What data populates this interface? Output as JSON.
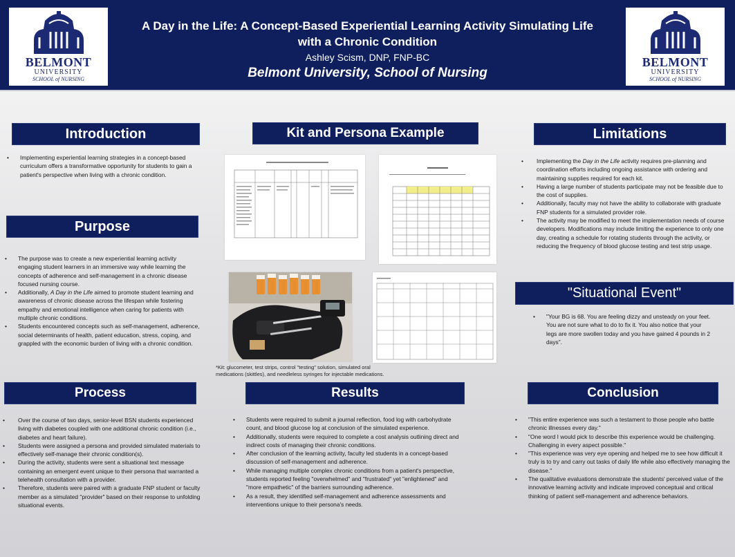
{
  "header": {
    "title_line1": "A Day in the Life: A Concept-Based Experiential Learning Activity Simulating Life",
    "title_line2": "with a Chronic Condition",
    "author": "Ashley Scism, DNP, FNP-BC",
    "institution": "Belmont University, School of Nursing",
    "logo": {
      "line1": "BELMONT",
      "line2": "UNIVERSITY",
      "line3": "SCHOOL of NURSING"
    }
  },
  "introduction": {
    "heading": "Introduction",
    "bullets": [
      "Implementing experiential learning strategies in a concept-based curriculum offers a transformative opportunity for students to gain a patient's perspective when living with a chronic condition."
    ]
  },
  "purpose": {
    "heading": "Purpose",
    "b1": "The purpose was to create a new experiential learning activity engaging student learners in an immersive way while learning the concepts of adherence and self-management in a chronic disease focused nursing course.",
    "b2_pre": "Additionally, ",
    "b2_em": "A Day in the Life",
    "b2_post": " aimed to promote student learning and awareness of chronic disease across the lifespan while fostering empathy and emotional intelligence when caring for patients with multiple chronic conditions.",
    "b3": "Students encountered concepts such as self-management, adherence, social determinants of health, patient education, stress, coping, and grappled with the economic burden of living with a chronic condition."
  },
  "kit": {
    "heading": "Kit and Persona Example",
    "caption": "*Kit: glucometer, test strips, control \"testing\" solution, simulated oral medications (skittles), and needleless syringes for injectable medications."
  },
  "limitations": {
    "heading": "Limitations",
    "b1_pre": "Implementing the ",
    "b1_em": "Day in the Life",
    "b1_post": " activity requires pre-planning and coordination efforts including ongoing assistance with ordering and maintaining supplies required for each kit.",
    "b2": "Having a large number of students participate may not be feasible due to the cost of supplies.",
    "b3": "Additionally, faculty may not have the ability to collaborate with graduate FNP students for a simulated provider role.",
    "b4": "The activity may be modified to meet the implementation needs of course developers. Modifications may include limiting the experience to only one day, creating a schedule for rotating students through the activity, or reducing the frequency of blood glucose testing and test strip usage."
  },
  "situational_event": {
    "heading": "\"Situational Event\"",
    "text": "\"Your BG is 68. You are feeling dizzy and unsteady on your feet. You are not sure what to do to fix it. You also notice that your legs are more swollen today and you have gained 4 pounds in 2 days\"."
  },
  "process": {
    "heading": "Process",
    "bullets": [
      "Over the course of two days, senior-level BSN students experienced living with diabetes coupled with one additional chronic condition (i.e., diabetes and heart failure).",
      "Students were assigned a persona and provided simulated materials to effectively self-manage their chronic condition(s).",
      "During the activity, students were sent a situational text message containing an emergent event unique to their persona that warranted a telehealth consultation with a provider.",
      "Therefore, students were paired with a graduate FNP student or faculty member as a simulated \"provider\" based on their response to unfolding situational events."
    ]
  },
  "results": {
    "heading": "Results",
    "bullets": [
      "Students were required to submit a journal reflection, food log with carbohydrate count, and blood glucose log at conclusion of the simulated experience.",
      "Additionally, students were required to complete a cost analysis outlining direct and indirect costs of managing their chronic conditions.",
      "After conclusion of the learning activity, faculty led students in a concept-based discussion of self-management and adherence.",
      "While managing multiple complex chronic conditions from a patient's perspective, students reported feeling \"overwhelmed\" and \"frustrated\" yet \"enlightened\" and \"more empathetic\" of the barriers surrounding adherence.",
      "As a result, they identified self-management and adherence assessments and interventions unique to their persona's needs."
    ]
  },
  "conclusion": {
    "heading": "Conclusion",
    "bullets": [
      "\"This entire experience was such a testament to those people who battle chronic illnesses every day.\"",
      "\"One word I would pick to describe this experience would be challenging. Challenging in every aspect possible.\"",
      " \"This experience was very eye opening and helped me to see how difficult it truly is to try and carry out tasks of daily life while also effectively managing the disease.\"",
      "The qualitative evaluations demonstrate the students' perceived value of the innovative learning activity and indicate improved conceptual and critical thinking of patient self-management and adherence behaviors."
    ]
  },
  "colors": {
    "navy": "#0f1f5e",
    "white": "#ffffff"
  },
  "icons": [
    "belmont-logo-icon",
    "belmont-logo-icon"
  ]
}
